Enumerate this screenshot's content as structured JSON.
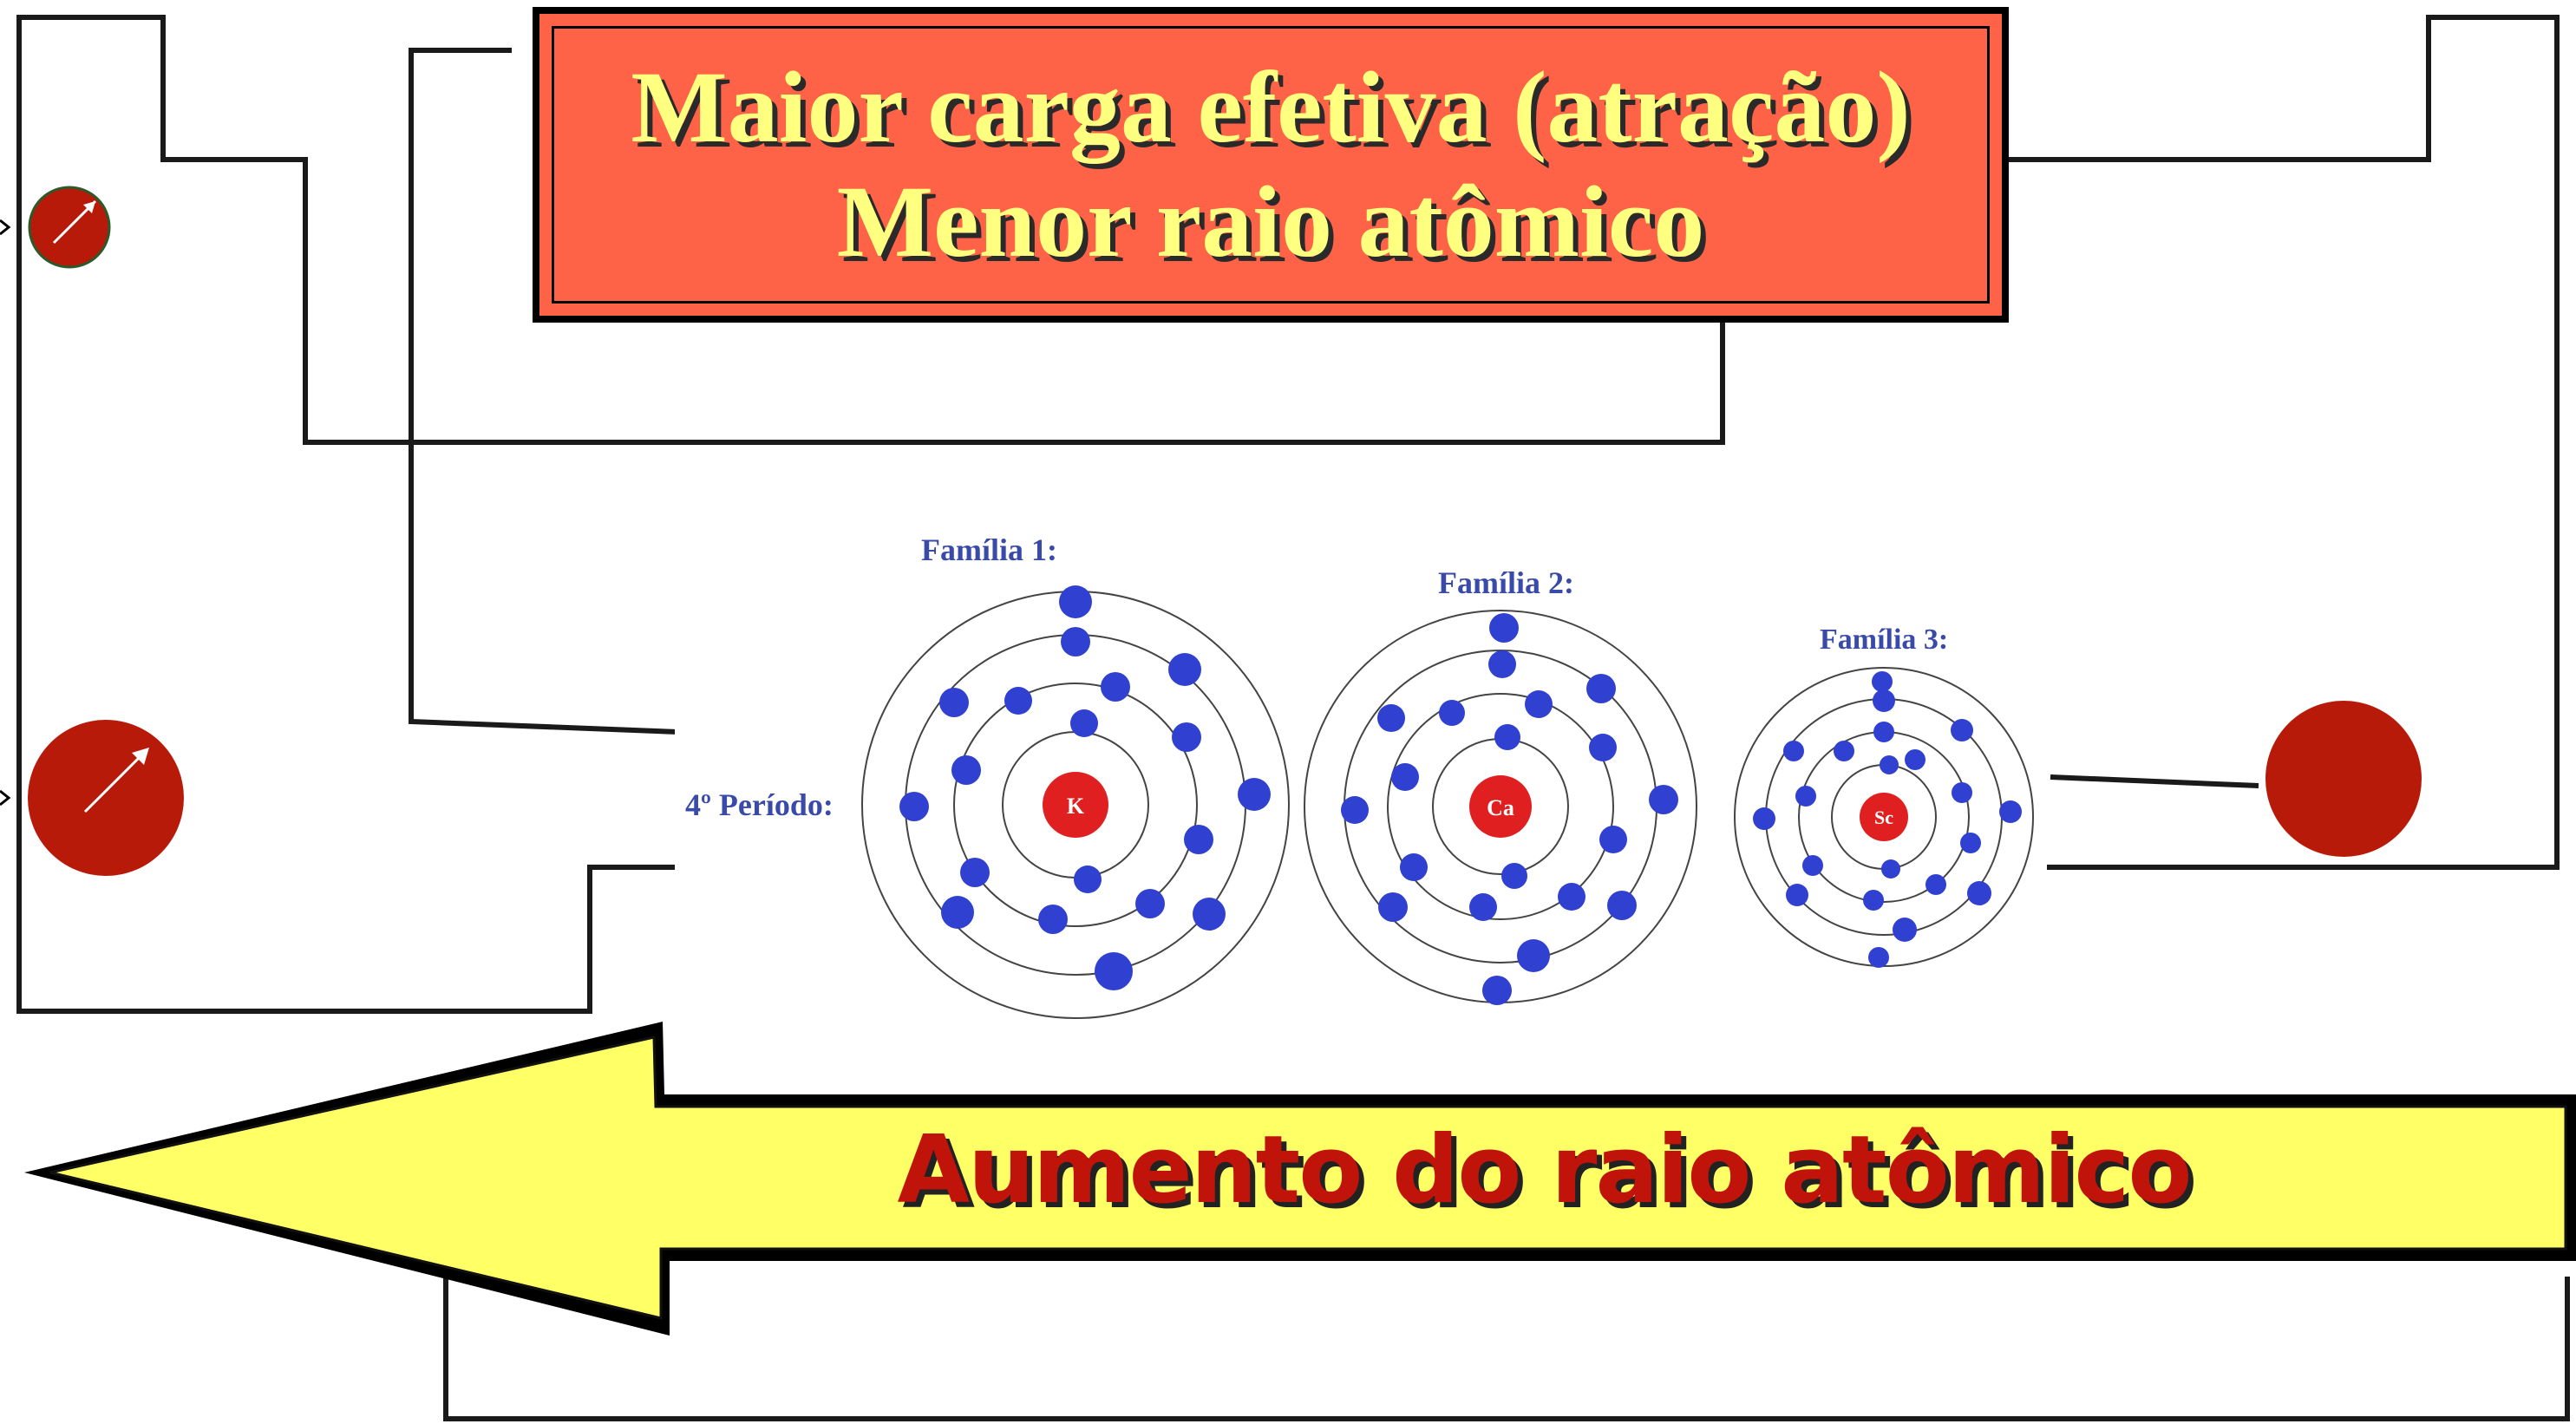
{
  "title": {
    "line1": "Maior carga efetiva (atração)",
    "line2": "Menor raio atômico"
  },
  "arrow": {
    "label": "Aumento do raio atômico",
    "direction": "left"
  },
  "diagram": {
    "period_label": "4º Período:",
    "atoms": [
      {
        "family_label": "Família 1:",
        "symbol": "K",
        "shells": 4
      },
      {
        "family_label": "Família 2:",
        "symbol": "Ca",
        "shells": 4
      },
      {
        "family_label": "Família 3:",
        "symbol": "Sc",
        "shells": 4
      }
    ]
  },
  "colors": {
    "title_background": "#ff6347",
    "title_text": "#ffff80",
    "arrow_fill": "#ffff66",
    "arrow_text": "#c0140a",
    "atom_marker": "#b81a0a",
    "electron": "#3040d0",
    "nucleus": "#e02020",
    "diagram_label": "#3a4aa8"
  }
}
